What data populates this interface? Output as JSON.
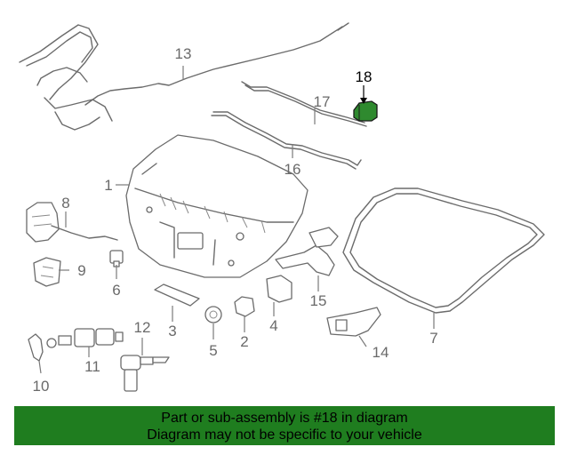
{
  "callouts": {
    "c1": "1",
    "c2": "2",
    "c3": "3",
    "c4": "4",
    "c5": "5",
    "c6": "6",
    "c7": "7",
    "c8": "8",
    "c9": "9",
    "c10": "10",
    "c11": "11",
    "c12": "12",
    "c13": "13",
    "c14": "14",
    "c15": "15",
    "c16": "16",
    "c17": "17",
    "c18": "18"
  },
  "highlight": {
    "part": "18",
    "color": "#2f8a2f"
  },
  "banner": {
    "line1": "Part or sub-assembly is #18 in diagram",
    "line2": "Diagram may not be specific to your vehicle",
    "color": "#1f7d1f"
  }
}
